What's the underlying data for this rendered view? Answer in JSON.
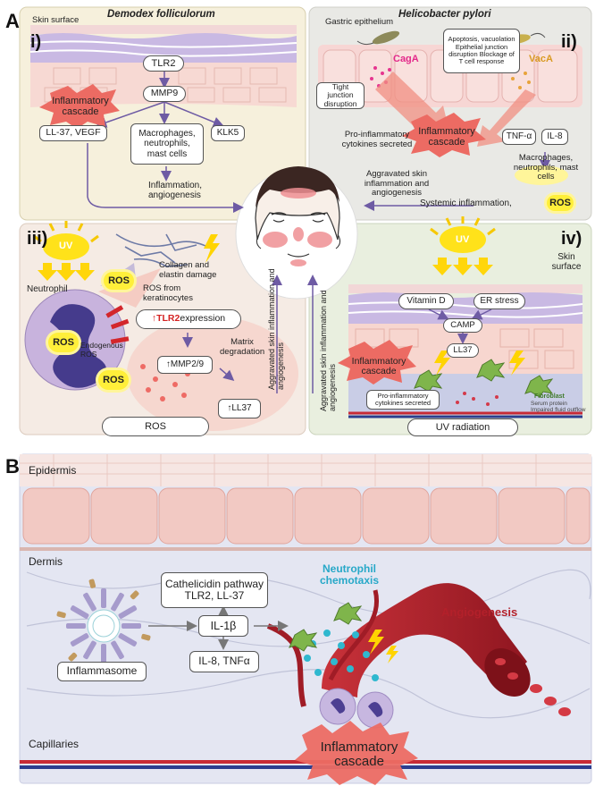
{
  "panels": {
    "A": {
      "label": "A"
    },
    "B": {
      "label": "B"
    }
  },
  "panel_i": {
    "roman": "i)",
    "species": "Demodex folliculorum",
    "skin_surface": "Skin surface",
    "tlr2": "TLR2",
    "mmp9": "MMP9",
    "cascade": "Inflammatory cascade",
    "ll37_vegf": "LL-37, VEGF",
    "macrophages": "Macrophages, neutrophils, mast cells",
    "klk5": "KLK5",
    "inflammation": "Inflammation, angiogenesis"
  },
  "panel_ii": {
    "roman": "ii)",
    "species": "Helicobacter pylori",
    "gastric": "Gastric epithelium",
    "caga": "CagA",
    "vaca": "VacA",
    "apoptosis": "Apoptosis, vacuolation Epithelial junction disruption Blockage of T cell response",
    "tight_junction": "Tight junction disruption",
    "pro_inflammatory": "Pro-inflammatory cytokines secreted",
    "cascade": "Inflammatory cascade",
    "tnf": "TNF-α",
    "il8": "IL-8",
    "aggravated": "Aggravated skin inflammation and angiogenesis",
    "macrophages": "Macrophages, neutrophils, mast cells",
    "systemic": "Systemic inflammation,",
    "ros": "ROS"
  },
  "panel_iii": {
    "roman": "iii)",
    "uv": "UV",
    "collagen": "Collagen and elastin damage",
    "ros_from": "ROS from keratinocytes",
    "neutrophil": "Neutrophil",
    "ros": "ROS",
    "endogenous": "Endogenous ROS",
    "tlr2_prefix": "↑",
    "tlr2": "TLR2",
    "tlr2_suffix": " expression",
    "matrix": "Matrix degradation",
    "mmp": "↑MMP2/9",
    "ll37": "↑LL37",
    "bottom": "ROS",
    "aggravated_vertical": "Aggravated skin inflammation and angiogenesis"
  },
  "panel_iv": {
    "roman": "iv)",
    "uv": "UV",
    "skin_surface": "Skin surface",
    "vitamin_d": "Vitamin D",
    "er_stress": "ER stress",
    "camp": "CAMP",
    "ll37": "LL37",
    "cascade": "Inflammatory cascade",
    "pro_inflammatory": "Pro-inflammatory cytokines secreted",
    "fibroblast": "Fibroblast",
    "serum": "Serum protein Impaired fluid outflow",
    "bottom": "UV radiation",
    "aggravated_vertical": "Aggravated skin inflammation and angiogenesis"
  },
  "panel_B": {
    "epidermis": "Epidermis",
    "dermis": "Dermis",
    "capillaries": "Capillaries",
    "cathelicidin": "Cathelicidin pathway TLR2, LL-37",
    "il1b": "IL-1β",
    "il8_tnf": "IL-8, TNFα",
    "inflammasome": "Inflammasome",
    "neutrophil_chemotaxis": "Neutrophil chemotaxis",
    "angiogenesis": "Angiogenesis",
    "cascade": "Inflammatory cascade"
  },
  "colors": {
    "panel_i_bg": "#f6f0dc",
    "panel_ii_bg": "#e9e9e5",
    "panel_iii_bg": "#f5ebe4",
    "panel_iv_bg": "#e9efdf",
    "panel_B_bg": "#e4e6f2",
    "cascade_red": "#ec6b63",
    "tlr2_red": "#d42222",
    "chemotaxis_cyan": "#27a8c8",
    "angiogenesis_red": "#b3202a",
    "arrow_purple": "#6e5ba4",
    "ros_yellow": "#ffef3a"
  }
}
